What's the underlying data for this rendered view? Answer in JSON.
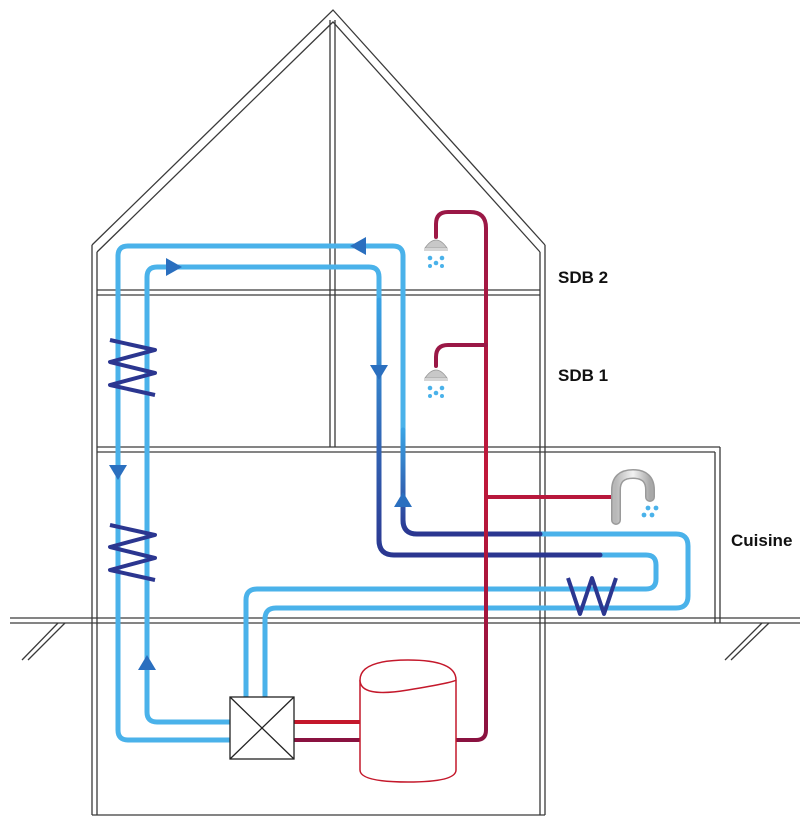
{
  "rooms": {
    "sdb2": "SDB 2",
    "sdb1": "SDB 1",
    "cuisine": "Cuisine"
  },
  "colors": {
    "outline": "#3a3a3a",
    "cold_pipe": "#4ab2ea",
    "mid_pipe": "#2a6fbf",
    "dark_pipe": "#2b3690",
    "hot_pipe": "#a8123c",
    "tank": "#c4182b",
    "water_drop": "#4ab2ea"
  },
  "icons": {
    "shower": "shower-head-icon",
    "faucet": "faucet-icon",
    "exchanger": "heat-exchanger-icon",
    "tank": "hot-water-tank-icon",
    "unit": "ventilation-unit-icon",
    "arrow": "flow-arrow-icon"
  }
}
